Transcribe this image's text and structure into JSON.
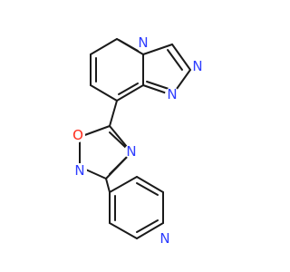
{
  "molecule": {
    "atom_colors": {
      "nitrogen": "#2d3cff",
      "oxygen": "#ff2a1a",
      "bond": "#1a1a1a",
      "background": "#ffffff"
    },
    "labels": {
      "n_bridge": "N",
      "n_triazole_top": "N",
      "n_triazole_bottom": "N",
      "o_oxadiazole": "O",
      "n_oxadiazole_right": "N",
      "n_oxadiazole_left": "N",
      "n_pyridine": "N"
    }
  }
}
